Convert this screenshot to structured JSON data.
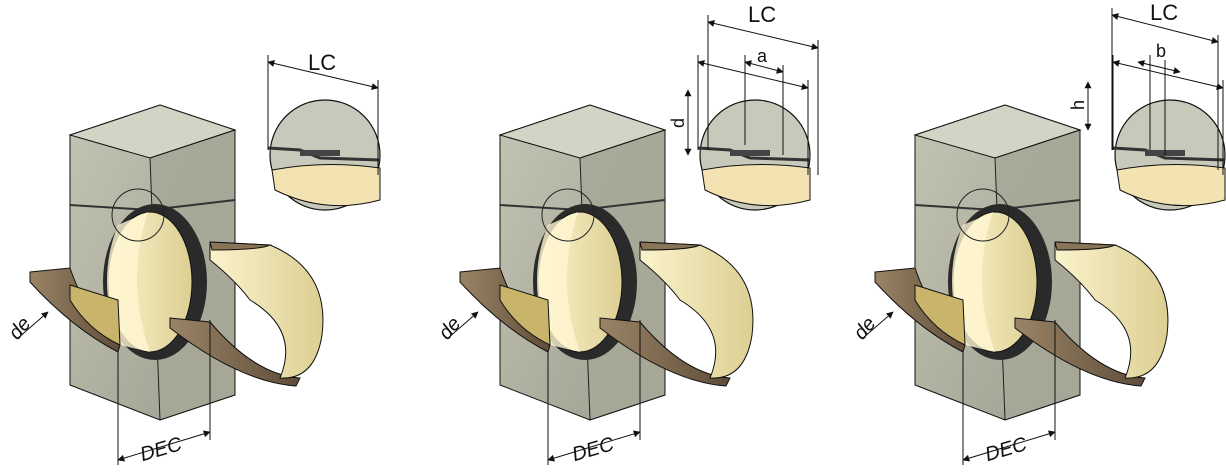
{
  "colors": {
    "concrete": "#b9b9a8",
    "concrete_dark": "#8f8f82",
    "concrete_top": "#cfcfc2",
    "pipe_inner": "#f3e9b8",
    "pipe_shade": "#d9cc8e",
    "shell_brown": "#8a7458",
    "shell_dark": "#5f4d39",
    "mineral_wool": "#c8b46a",
    "seal_black": "#2a2a2a",
    "line": "#111111"
  },
  "figures": [
    {
      "name": "variant-1",
      "labels": {
        "lc": "LC",
        "de": "de",
        "dec": "DEC"
      },
      "icons": [
        "concrete-block",
        "pipe-sleeve",
        "insulation-shell",
        "detail-magnifier"
      ]
    },
    {
      "name": "variant-2",
      "labels": {
        "lc": "LC",
        "a": "a",
        "d": "d",
        "de": "de",
        "dec": "DEC"
      },
      "icons": [
        "concrete-block",
        "pipe-sleeve",
        "insulation-shell",
        "detail-magnifier"
      ]
    },
    {
      "name": "variant-3",
      "labels": {
        "lc": "LC",
        "b": "b",
        "h": "h",
        "de": "de",
        "dec": "DEC"
      },
      "icons": [
        "concrete-block",
        "pipe-sleeve",
        "insulation-shell",
        "detail-magnifier"
      ]
    }
  ]
}
